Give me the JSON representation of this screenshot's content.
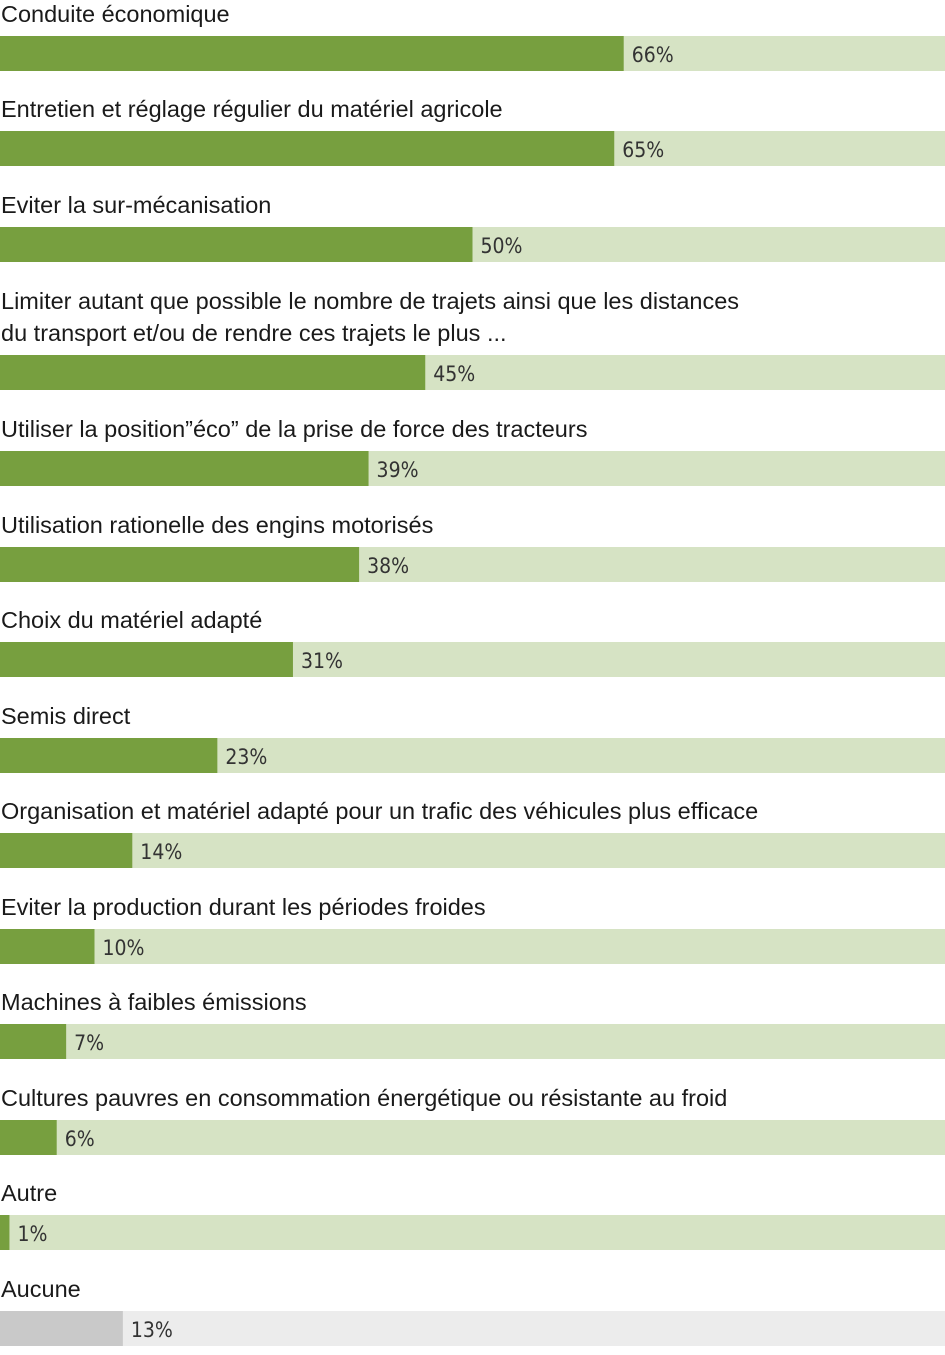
{
  "chart_data": {
    "type": "bar",
    "orientation": "horizontal",
    "xlim": [
      0,
      100
    ],
    "unit": "%",
    "colors": {
      "fill": "#779f3f",
      "track": "#d6e3c4",
      "fill_neutral": "#c9c9c9",
      "track_neutral": "#ececec"
    },
    "series": [
      {
        "categories": [
          "Conduite économique",
          "Entretien et réglage régulier du matériel agricole",
          "Eviter la sur-mécanisation",
          "Limiter autant que possible le nombre de trajets ainsi que les distances\ndu transport et/ou de rendre ces trajets le plus ...",
          "Utiliser la position”éco” de la prise de force des tracteurs",
          "Utilisation rationelle des engins motorisés",
          "Choix du matériel adapté",
          "Semis direct",
          "Organisation et matériel adapté pour un trafic des véhicules plus efficace",
          "Eviter la production durant les périodes froides",
          "Machines à faibles émissions",
          "Cultures pauvres en consommation énergétique ou résistante au froid",
          "Autre",
          "Aucune"
        ],
        "values": [
          66,
          65,
          50,
          45,
          39,
          38,
          31,
          23,
          14,
          10,
          7,
          6,
          1,
          13
        ],
        "data_labels": [
          "66%",
          "65%",
          "50%",
          "45%",
          "39%",
          "38%",
          "31%",
          "23%",
          "14%",
          "10%",
          "7%",
          "6%",
          "1%",
          "13%"
        ],
        "neutral": [
          false,
          false,
          false,
          false,
          false,
          false,
          false,
          false,
          false,
          false,
          false,
          false,
          false,
          true
        ]
      }
    ]
  }
}
